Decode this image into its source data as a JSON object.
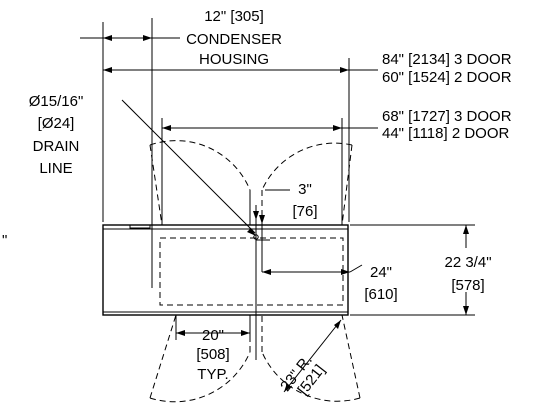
{
  "labels": {
    "condenser_housing": {
      "line1": "12\" [305]",
      "line2": "CONDENSER",
      "line3": "HOUSING"
    },
    "overall_width": {
      "line1": "84\" [2134] 3 DOOR",
      "line2": "60\" [1524] 2 DOOR"
    },
    "door_span": {
      "line1": "68\" [1727] 3 DOOR",
      "line2": "44\" [1118] 2 DOOR"
    },
    "drain_line": {
      "line1": "Ø15/16\"",
      "line2": "[Ø24]",
      "line3": "DRAIN",
      "line4": "LINE"
    },
    "drain_offset": {
      "line1": "3\"",
      "line2": "[76]"
    },
    "drain_depth": {
      "line1": "24\"",
      "line2": "[610]"
    },
    "cabinet_depth": {
      "line1": "22 3/4\"",
      "line2": "[578]"
    },
    "door_width": {
      "line1": "20\"",
      "line2": "[508]",
      "line3": "TYP."
    },
    "door_radius": {
      "line1": "23\" R.",
      "line2": "[521]"
    },
    "edge_mark": "\""
  }
}
